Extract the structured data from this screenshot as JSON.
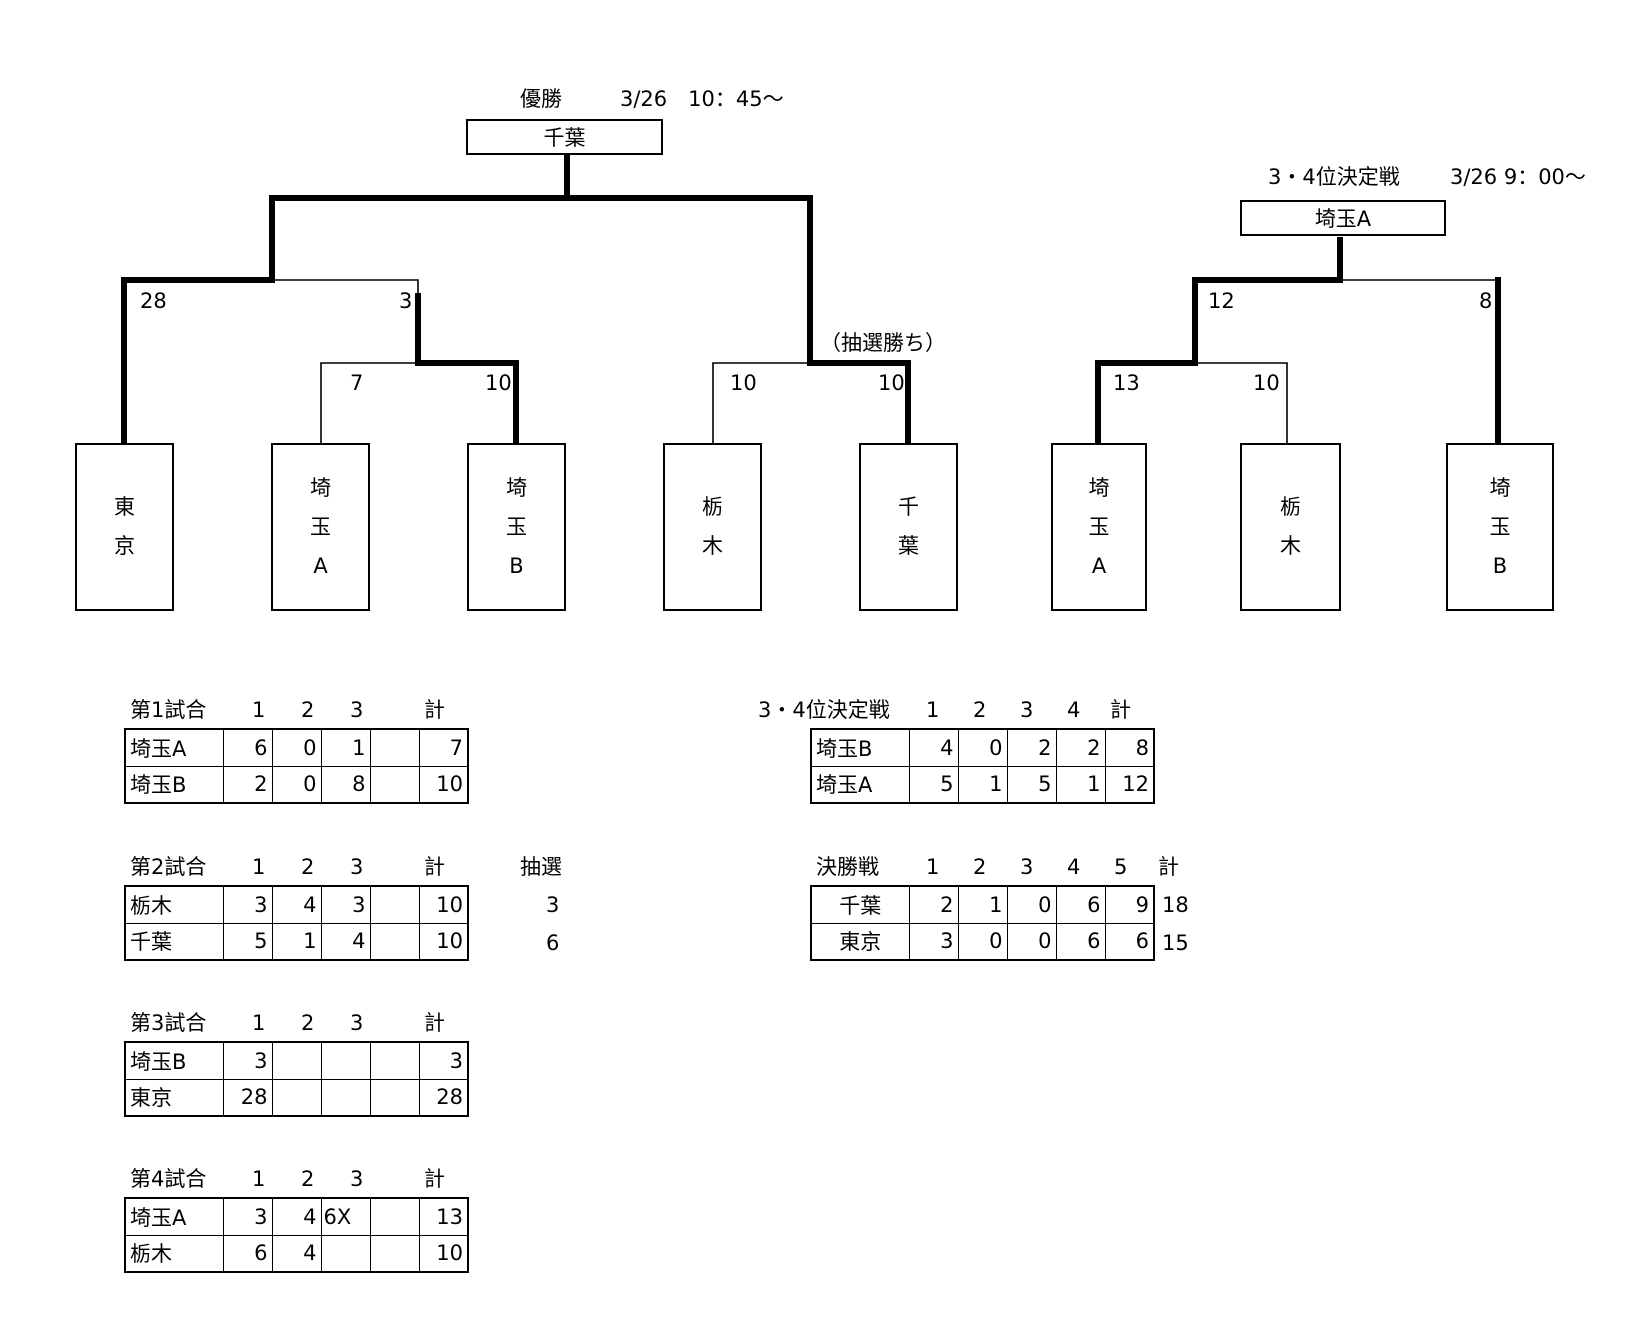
{
  "final_header": {
    "title": "優勝",
    "datetime": "3/26　10：45～"
  },
  "final_winner": "千葉",
  "third_header": {
    "title": "3・4位決定戦",
    "datetime": "3/26 9：00～"
  },
  "third_winner": "埼玉A",
  "bracket_scores": {
    "s28": "28",
    "s3": "3",
    "s7": "7",
    "s10a": "10",
    "s10b": "10",
    "s10c": "10",
    "lottery_note": "（抽選勝ち）",
    "s12": "12",
    "s8": "8",
    "s13": "13",
    "s10d": "10"
  },
  "teams": [
    [
      "東",
      "京"
    ],
    [
      "埼",
      "玉",
      "A"
    ],
    [
      "埼",
      "玉",
      "B"
    ],
    [
      "栃",
      "木"
    ],
    [
      "千",
      "葉"
    ],
    [
      "埼",
      "玉",
      "A"
    ],
    [
      "栃",
      "木"
    ],
    [
      "埼",
      "玉",
      "B"
    ]
  ],
  "tables": {
    "g1": {
      "title": "第1試合",
      "cols": [
        "1",
        "2",
        "3",
        "計"
      ],
      "rows": [
        {
          "team": "埼玉A",
          "v": [
            "6",
            "0",
            "1",
            ""
          ],
          "total": "7"
        },
        {
          "team": "埼玉B",
          "v": [
            "2",
            "0",
            "8",
            ""
          ],
          "total": "10"
        }
      ]
    },
    "g2": {
      "title": "第2試合",
      "cols": [
        "1",
        "2",
        "3",
        "計"
      ],
      "extra_header": "抽選",
      "rows": [
        {
          "team": "栃木",
          "v": [
            "3",
            "4",
            "3",
            ""
          ],
          "total": "10",
          "extra": "3"
        },
        {
          "team": "千葉",
          "v": [
            "5",
            "1",
            "4",
            ""
          ],
          "total": "10",
          "extra": "6"
        }
      ]
    },
    "g3": {
      "title": "第3試合",
      "cols": [
        "1",
        "2",
        "3",
        "計"
      ],
      "rows": [
        {
          "team": "埼玉B",
          "v": [
            "3",
            "",
            "",
            ""
          ],
          "total": "3"
        },
        {
          "team": "東京",
          "v": [
            "28",
            "",
            "",
            ""
          ],
          "total": "28"
        }
      ]
    },
    "g4": {
      "title": "第4試合",
      "cols": [
        "1",
        "2",
        "3",
        "計"
      ],
      "rows": [
        {
          "team": "埼玉A",
          "v": [
            "3",
            "4",
            "6X",
            ""
          ],
          "total": "13"
        },
        {
          "team": "栃木",
          "v": [
            "6",
            "4",
            "",
            ""
          ],
          "total": "10"
        }
      ]
    },
    "third": {
      "title": "3・4位決定戦",
      "cols": [
        "1",
        "2",
        "3",
        "4",
        "計"
      ],
      "rows": [
        {
          "team": "埼玉B",
          "v": [
            "4",
            "0",
            "2",
            "2"
          ],
          "total": "8"
        },
        {
          "team": "埼玉A",
          "v": [
            "5",
            "1",
            "5",
            "1"
          ],
          "total": "12"
        }
      ]
    },
    "final": {
      "title": "決勝戦",
      "cols": [
        "1",
        "2",
        "3",
        "4",
        "5",
        "計"
      ],
      "rows": [
        {
          "team": "千葉",
          "v": [
            "2",
            "1",
            "0",
            "6",
            "9"
          ],
          "total": "18"
        },
        {
          "team": "東京",
          "v": [
            "3",
            "0",
            "0",
            "6",
            "6"
          ],
          "total": "15"
        }
      ]
    }
  }
}
